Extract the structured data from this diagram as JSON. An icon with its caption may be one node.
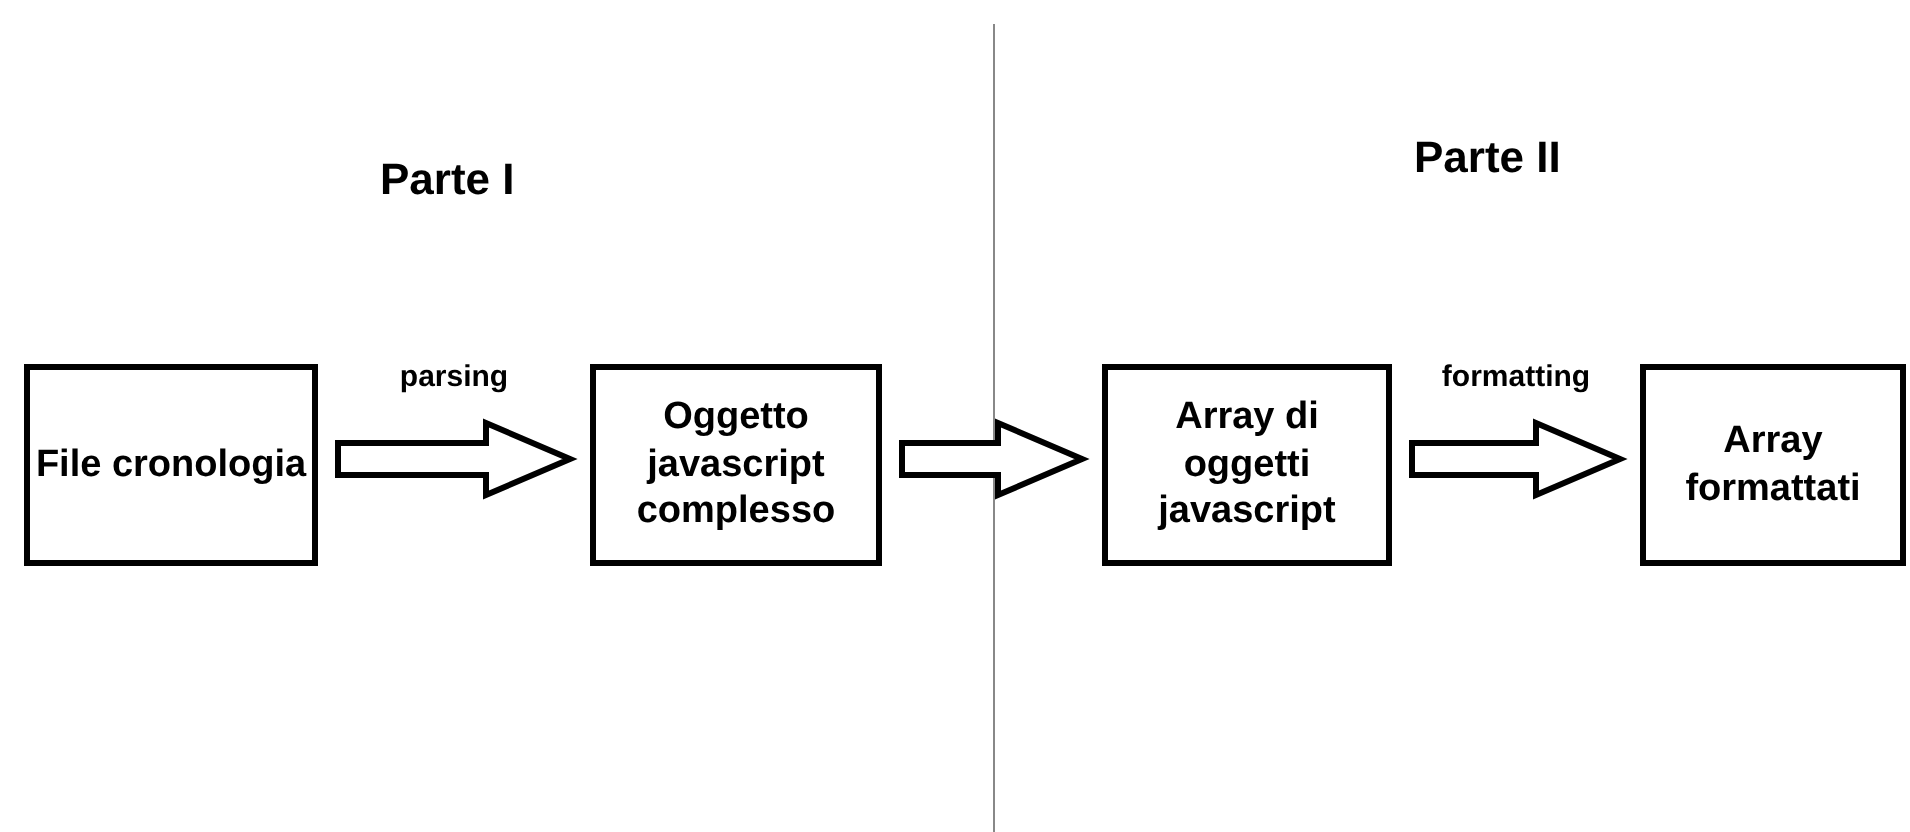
{
  "diagram": {
    "nodes": [
      {
        "text": [
          "File cronologia"
        ]
      },
      {
        "text": [
          "Oggetto javascript complesso"
        ]
      },
      {
        "text": [
          "Array di oggetti javascript"
        ]
      },
      {
        "text": [
          "Array formattati"
        ]
      }
    ],
    "edges": [
      {
        "from": 0,
        "to": 1,
        "arrow": "to",
        "label": "parsing"
      },
      {
        "from": 1,
        "to": 2,
        "arrow": "to"
      },
      {
        "from": 2,
        "to": 3,
        "arrow": "to",
        "label": "formatting"
      }
    ],
    "labels": [
      "Parte I",
      "Parte II"
    ]
  }
}
